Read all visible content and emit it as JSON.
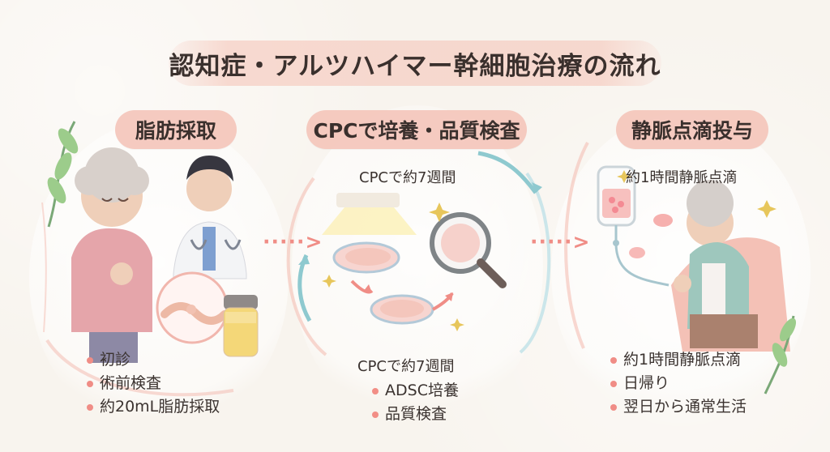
{
  "title": "認知症・アルツハイマー幹細胞治療の流れ",
  "steps": [
    {
      "header": "脂肪採取",
      "bullets": [
        "初診",
        "術前検査",
        "約20mL脂肪採取"
      ]
    },
    {
      "header": "CPCで培養・品質検査",
      "top_label": "CPCで約7週間",
      "bottom_label": "CPCで約7週間",
      "bullets": [
        "ADSC培養",
        "品質検査"
      ]
    },
    {
      "header": "静脈点滴投与",
      "top_label": "約1時間静脈点滴",
      "bullets": [
        "約1時間静脈点滴",
        "日帰り",
        "翌日から通常生活"
      ]
    }
  ],
  "colors": {
    "accent": "#f08d86",
    "pill": "#f4c5bb",
    "teal": "#8ec9cf",
    "lightBlue": "#d9eef6"
  },
  "icons": [
    "leaf-icon",
    "doctor-icon",
    "elder-patient-icon",
    "vial-icon",
    "magnifier-icon",
    "petri-dish-icon",
    "iv-bag-icon",
    "arrow-icon"
  ]
}
